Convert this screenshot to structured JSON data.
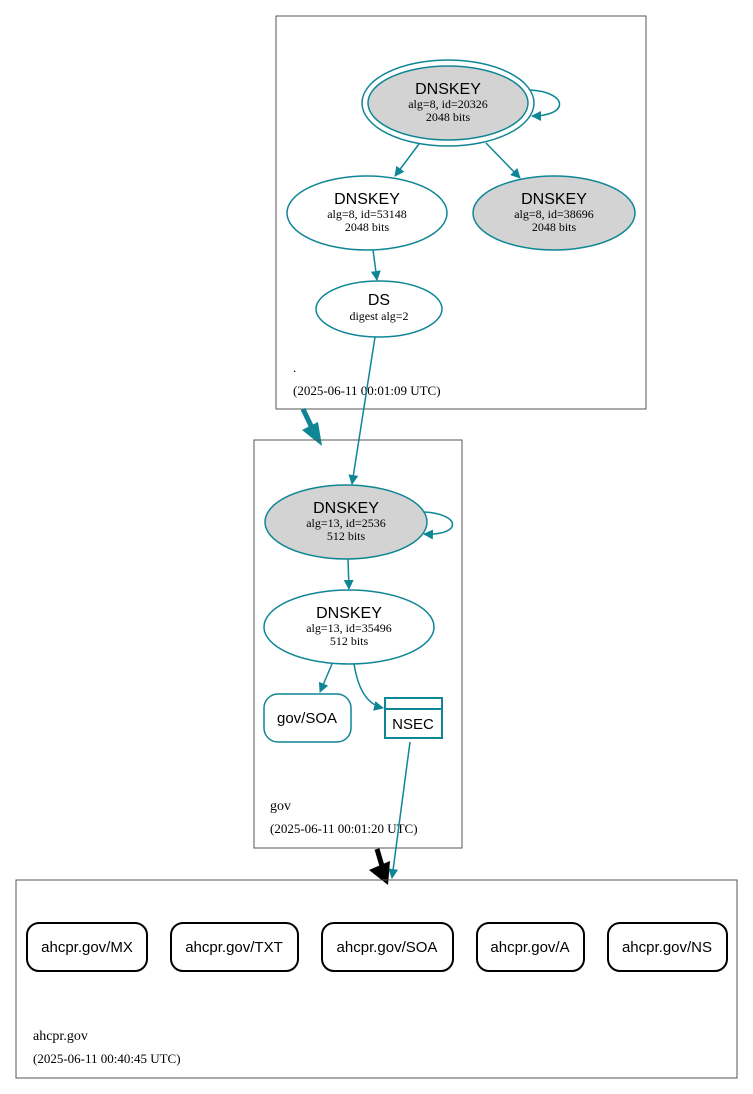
{
  "colors": {
    "teal": "#0f8696",
    "gray_fill": "#d3d3d3",
    "box_border": "#555555",
    "black": "#000000"
  },
  "zones": {
    "root": {
      "name": ".",
      "timestamp": "(2025-06-11 00:01:09 UTC)"
    },
    "gov": {
      "name": "gov",
      "timestamp": "(2025-06-11 00:01:20 UTC)"
    },
    "ahcpr": {
      "name": "ahcpr.gov",
      "timestamp": "(2025-06-11 00:40:45 UTC)"
    }
  },
  "nodes": {
    "root_ksk": {
      "title": "DNSKEY",
      "line1": "alg=8, id=20326",
      "line2": "2048 bits"
    },
    "root_zsk": {
      "title": "DNSKEY",
      "line1": "alg=8, id=53148",
      "line2": "2048 bits"
    },
    "root_key3": {
      "title": "DNSKEY",
      "line1": "alg=8, id=38696",
      "line2": "2048 bits"
    },
    "root_ds": {
      "title": "DS",
      "line1": "digest alg=2"
    },
    "gov_ksk": {
      "title": "DNSKEY",
      "line1": "alg=13, id=2536",
      "line2": "512 bits"
    },
    "gov_zsk": {
      "title": "DNSKEY",
      "line1": "alg=13, id=35496",
      "line2": "512 bits"
    },
    "gov_soa": {
      "label": "gov/SOA"
    },
    "gov_nsec": {
      "label": "NSEC"
    }
  },
  "records": [
    {
      "label": "ahcpr.gov/MX"
    },
    {
      "label": "ahcpr.gov/TXT"
    },
    {
      "label": "ahcpr.gov/SOA"
    },
    {
      "label": "ahcpr.gov/A"
    },
    {
      "label": "ahcpr.gov/NS"
    }
  ]
}
